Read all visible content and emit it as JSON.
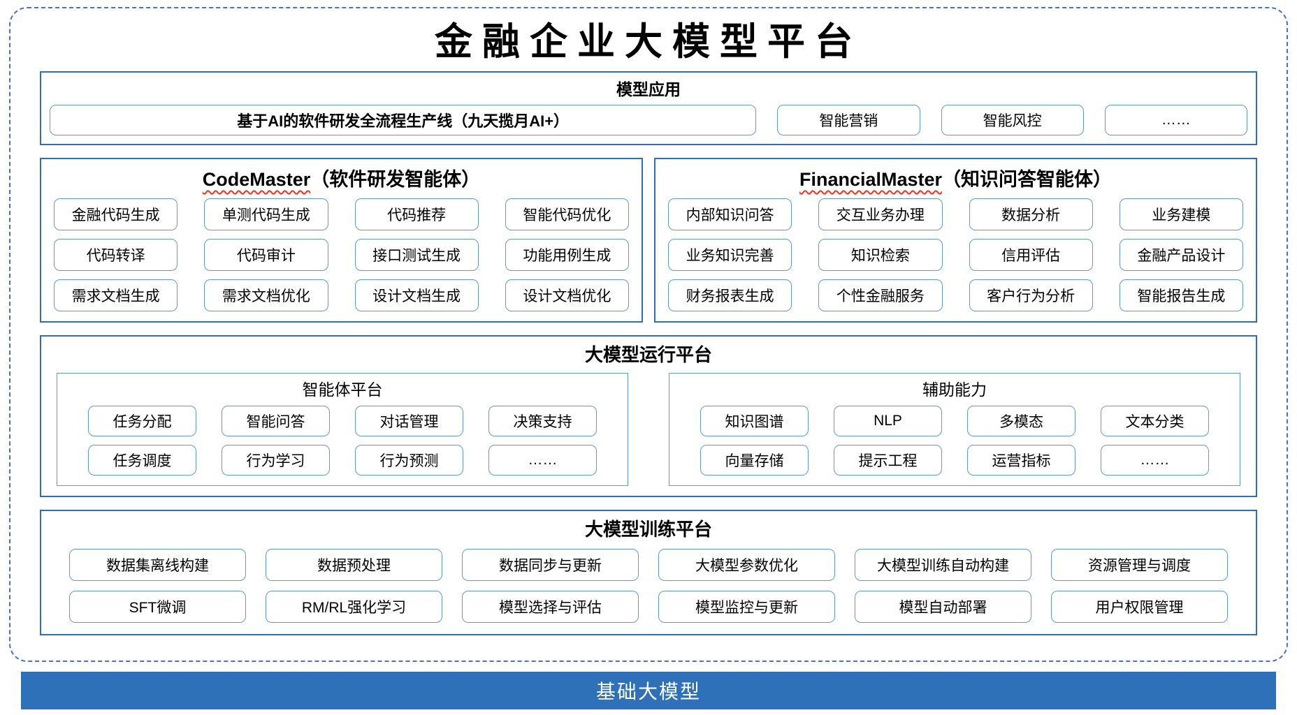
{
  "title": "金融企业大模型平台",
  "colors": {
    "frame_dashed": "#4472C4",
    "section_border": "#2D6FB7",
    "pill_border": "#5B9BD5",
    "footer_bg": "#2E71B8",
    "squiggle_red": "#FF2D16",
    "text": "#000000"
  },
  "sections": {
    "model_apps": {
      "header": "模型应用",
      "featured": "基于AI的软件研发全流程生产线（九天揽月AI+）",
      "pills": [
        "智能营销",
        "智能风控",
        "……"
      ]
    },
    "codemaster": {
      "name": "CodeMaster",
      "suffix": "（软件研发智能体）",
      "rows": [
        [
          "金融代码生成",
          "单测代码生成",
          "代码推荐",
          "智能代码优化"
        ],
        [
          "代码转译",
          "代码审计",
          "接口测试生成",
          "功能用例生成"
        ],
        [
          "需求文档生成",
          "需求文档优化",
          "设计文档生成",
          "设计文档优化"
        ]
      ]
    },
    "financialmaster": {
      "name": "FinancialMaster",
      "suffix": "（知识问答智能体）",
      "rows": [
        [
          "内部知识问答",
          "交互业务办理",
          "数据分析",
          "业务建模"
        ],
        [
          "业务知识完善",
          "知识检索",
          "信用评估",
          "金融产品设计"
        ],
        [
          "财务报表生成",
          "个性金融服务",
          "客户行为分析",
          "智能报告生成"
        ]
      ]
    },
    "runtime": {
      "header": "大模型运行平台",
      "agent_platform": {
        "header": "智能体平台",
        "rows": [
          [
            "任务分配",
            "智能问答",
            "对话管理",
            "决策支持"
          ],
          [
            "任务调度",
            "行为学习",
            "行为预测",
            "……"
          ]
        ]
      },
      "aux": {
        "header": "辅助能力",
        "rows": [
          [
            "知识图谱",
            "NLP",
            "多模态",
            "文本分类"
          ],
          [
            "向量存储",
            "提示工程",
            "运营指标",
            "……"
          ]
        ]
      }
    },
    "training": {
      "header": "大模型训练平台",
      "rows": [
        [
          "数据集离线构建",
          "数据预处理",
          "数据同步与更新",
          "大模型参数优化",
          "大模型训练自动构建",
          "资源管理与调度"
        ],
        [
          "SFT微调",
          "RM/RL强化学习",
          "模型选择与评估",
          "模型监控与更新",
          "模型自动部署",
          "用户权限管理"
        ]
      ]
    }
  },
  "footer_bar": {
    "label": "基础大模型"
  }
}
